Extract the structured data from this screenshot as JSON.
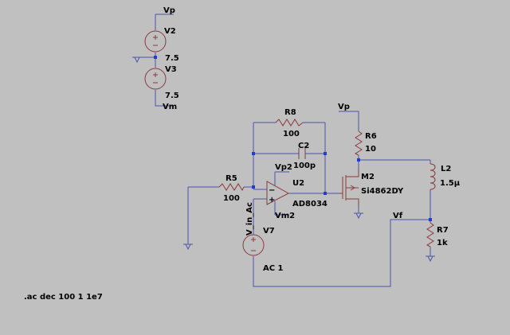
{
  "schematic": {
    "labels": {
      "vp_top": "Vp",
      "v2": "V2",
      "v2_value": "7.5",
      "v3": "V3",
      "v3_value": "7.5",
      "vm": "Vm",
      "r8": "R8",
      "r8_value": "100",
      "c2": "C2",
      "c2_value": "100p",
      "vp_mos": "Vp",
      "r6": "R6",
      "r6_value": "10",
      "vp2": "Vp2",
      "u2": "U2",
      "u2_model": "AD8034",
      "vm2": "Vm2",
      "m2": "M2",
      "m2_model": "Si4862DY",
      "l2": "L2",
      "l2_value": "1.5μ",
      "r5": "R5",
      "r5_value": "100",
      "v_in_ac": "V_in_Ac",
      "v7": "V7",
      "v7_value": "AC 1",
      "vf": "Vf",
      "r7": "R7",
      "r7_value": "1k",
      "opamp_minus": "−",
      "opamp_plus": "+"
    },
    "directive": ".ac dec 100 1 1e7"
  },
  "colors": {
    "background": "#c0c0c0",
    "wire": "#4a55a8",
    "component": "#8a3a3a",
    "junction": "#1f3fcc"
  }
}
